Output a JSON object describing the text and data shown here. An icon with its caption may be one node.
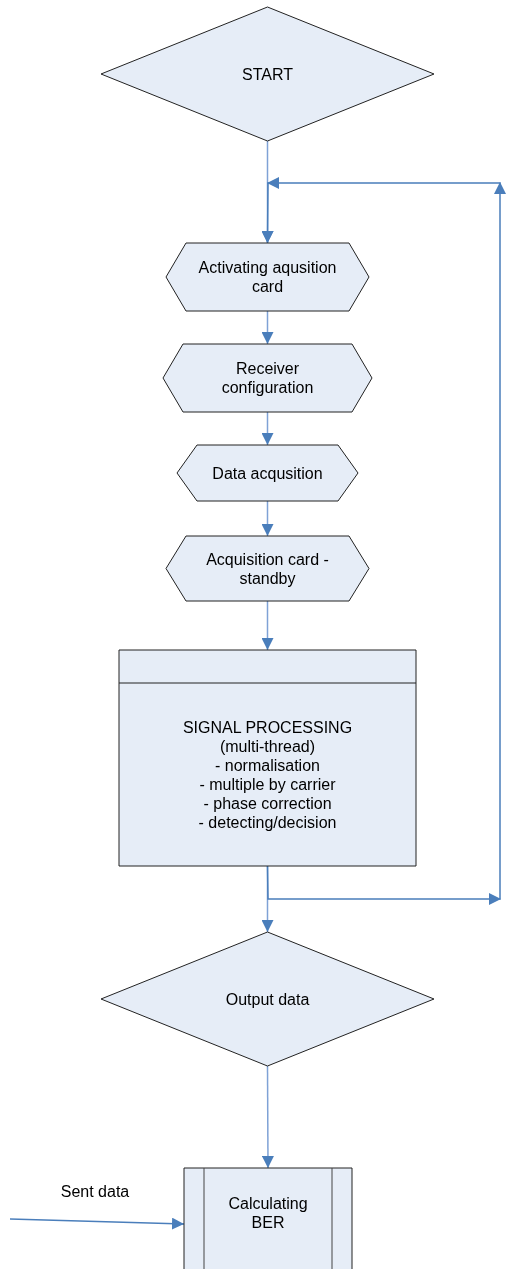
{
  "diagram": {
    "nodes": [
      {
        "text": [
          "START"
        ]
      },
      {
        "text": [
          "Activating aqusition card"
        ]
      },
      {
        "text": [
          "Receiver configuration"
        ]
      },
      {
        "text": [
          "Data acqusition"
        ]
      },
      {
        "text": [
          "Acquisition card - standby"
        ]
      },
      {
        "text": [
          "SIGNAL PROCESSING (multi-thread)",
          "- normalisation",
          "- multiple by carrier",
          "- phase correction",
          "- detecting/decision"
        ]
      },
      {
        "text": [
          "Output data"
        ]
      },
      {
        "text": [
          "Calculating BER"
        ]
      }
    ],
    "edges": [
      {
        "from": 0,
        "to": 1,
        "arrow": "to"
      },
      {
        "from": 1,
        "to": 2,
        "arrow": "to"
      },
      {
        "from": 2,
        "to": 3,
        "arrow": "to"
      },
      {
        "from": 3,
        "to": 4,
        "arrow": "to"
      },
      {
        "from": 4,
        "to": 5,
        "arrow": "to"
      },
      {
        "from": 5,
        "to": 6,
        "arrow": "to"
      },
      {
        "from": 6,
        "to": 7,
        "arrow": "to"
      },
      {
        "from": 5,
        "to": 1,
        "arrow": "to"
      },
      {
        "from": null,
        "to": 7,
        "arrow": "to",
        "label": "Sent data"
      }
    ]
  }
}
